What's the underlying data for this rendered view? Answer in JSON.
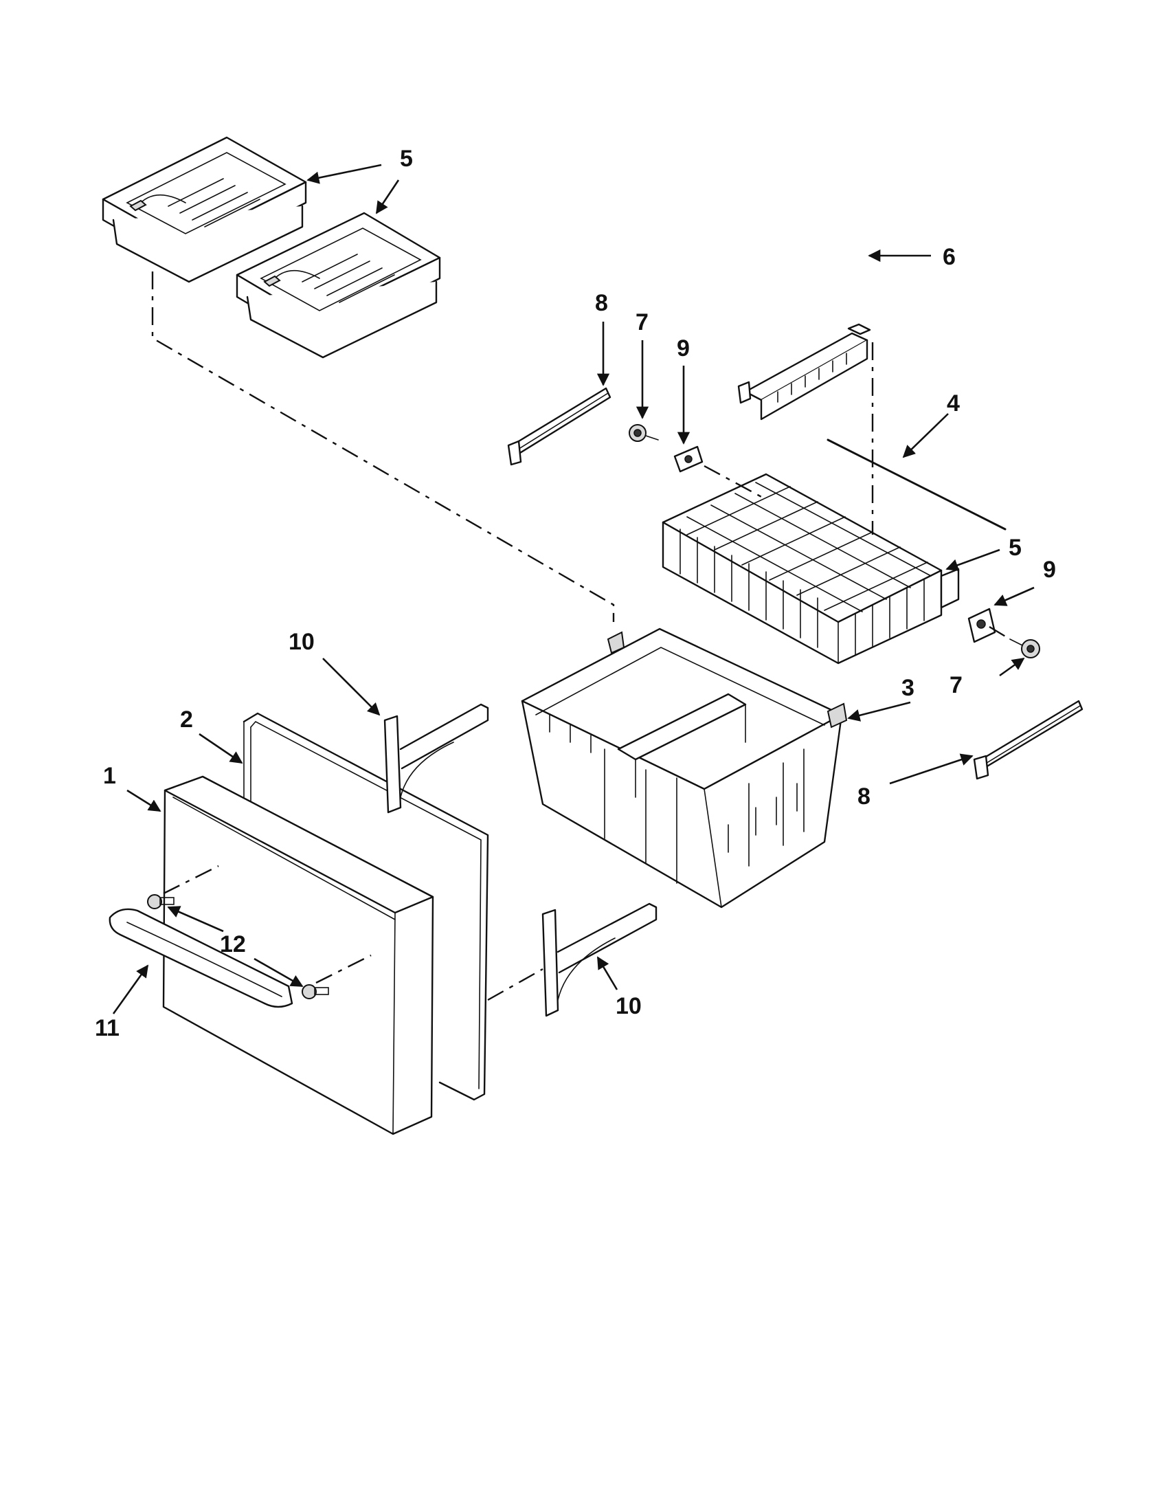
{
  "diagram": {
    "type": "exploded-parts-view",
    "callouts": {
      "c1": "1",
      "c2": "2",
      "c3": "3",
      "c4": "4",
      "c5a": "5",
      "c5b": "5",
      "c6": "6",
      "c7a": "7",
      "c7b": "7",
      "c8a": "8",
      "c8b": "8",
      "c9a": "9",
      "c9b": "9",
      "c10a": "10",
      "c10b": "10",
      "c11": "11",
      "c12": "12"
    }
  }
}
